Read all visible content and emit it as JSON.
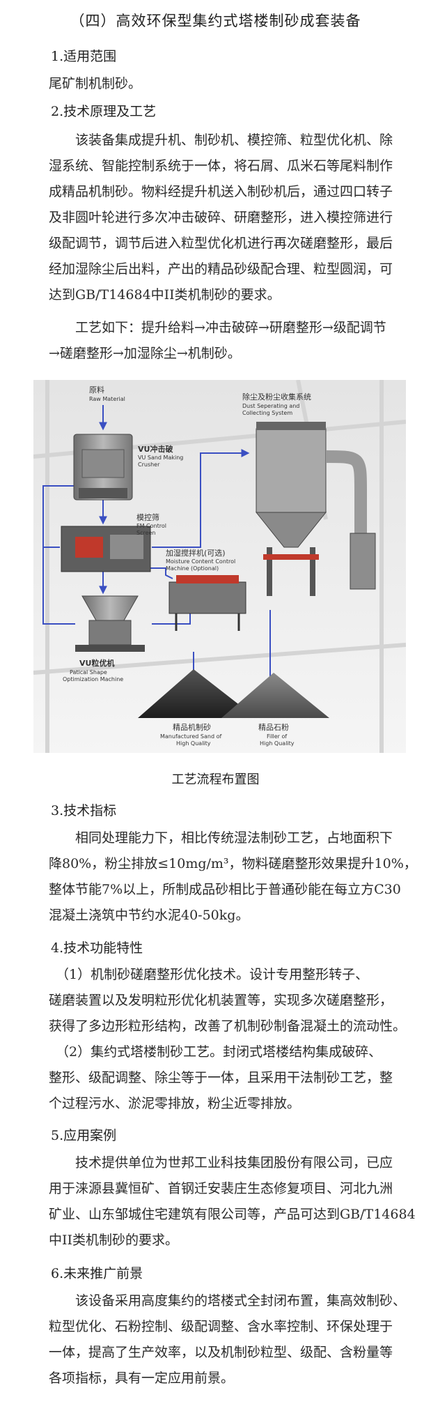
{
  "title": "（四）高效环保型集约式塔楼制砂成套装备",
  "s1": {
    "heading": "1.适用范围",
    "body": "尾矿制机制砂。"
  },
  "s2": {
    "heading": "2.技术原理及工艺",
    "lines": [
      "该装备集成提升机、制砂机、模控筛、粒型优化机、除",
      "湿系统、智能控制系统于一体，将石屑、瓜米石等尾料制作",
      "成精品机制砂。物料经提升机送入制砂机后，通过四口转子",
      "及非圆叶轮进行多次冲击破碎、研磨整形，进入模控筛进行",
      "级配调节，调节后进入粒型优化机进行再次磋磨整形，最后",
      "经加湿除尘后出料，产出的精品砂级配合理、粒型圆润，可",
      "达到GB/T14684中II类机制砂的要求。"
    ],
    "process": [
      "工艺如下：提升给料→冲击破碎→研磨整形→级配调节",
      "→磋磨整形→加湿除尘→机制砂。"
    ]
  },
  "figure": {
    "raw_cn": "原料",
    "raw_en": "Raw Material",
    "vu_cn": "VU冲击破",
    "vu_en1": "VU Sand Making",
    "vu_en2": "Crusher",
    "fm_cn": "模控筛",
    "fm_en1": "FM Control",
    "fm_en2": "Screen",
    "moist_cn": "加湿搅拌机(可选)",
    "moist_en1": "Moisture Content Control",
    "moist_en2": "Machine (Optional)",
    "dust_cn": "除尘及粉尘收集系统",
    "dust_en1": "Dust Seperating and",
    "dust_en2": "Collecting System",
    "opt_cn": "VU粒优机",
    "opt_en1": "Patical Shape",
    "opt_en2": "Optimization Machine",
    "sand_cn": "精品机制砂",
    "sand_en1": "Manufactured Sand of",
    "sand_en2": "High Quality",
    "filler_cn": "精品石粉",
    "filler_en1": "Filler of",
    "filler_en2": "High Quality",
    "caption": "工艺流程布置图"
  },
  "s3": {
    "heading": "3.技术指标",
    "lines": [
      "相同处理能力下，相比传统湿法制砂工艺，占地面积下",
      "降80%，粉尘排放≤10mg/m³，物料磋磨整形效果提升10%，",
      "整体节能7%以上，所制成品砂相比于普通砂能在每立方C30",
      "混凝土浇筑中节约水泥40-50kg。"
    ]
  },
  "s4": {
    "heading": "4.技术功能特性",
    "lines": [
      "（1）机制砂磋磨整形优化技术。设计专用整形转子、",
      "磋磨装置以及发明粒形优化机装置等，实现多次磋磨整形，",
      "获得了多边形粒形结构，改善了机制砂制备混凝土的流动性。",
      "（2）集约式塔楼制砂工艺。封闭式塔楼结构集成破碎、",
      "整形、级配调整、除尘等于一体，且采用干法制砂工艺，整",
      "个过程污水、淤泥零排放，粉尘近零排放。"
    ]
  },
  "s5": {
    "heading": "5.应用案例",
    "lines": [
      "技术提供单位为世邦工业科技集团股份有限公司，已应",
      "用于涞源县冀恒矿、首钢迁安裴庄生态修复项目、河北九洲",
      "矿业、山东邹城住宅建筑有限公司等，产品可达到GB/T14684",
      "中II类机制砂的要求。"
    ]
  },
  "s6": {
    "heading": "6.未来推广前景",
    "lines": [
      "该设备采用高度集约的塔楼式全封闭布置，集高效制砂、",
      "粒型优化、石粉控制、级配调整、含水率控制、环保处理于",
      "一体，提高了生产效率，以及机制砂粒型、级配、含粉量等",
      "各项指标，具有一定应用前景。"
    ]
  }
}
